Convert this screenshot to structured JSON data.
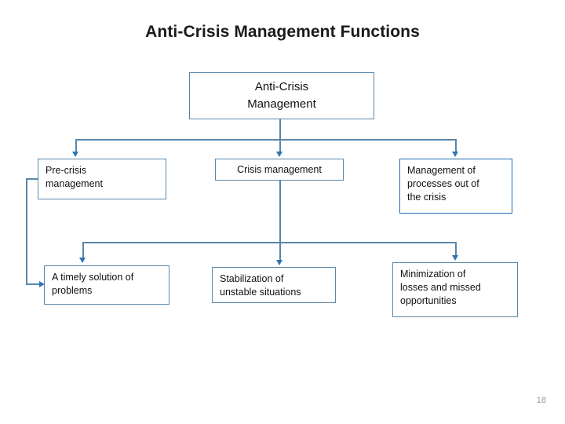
{
  "slide": {
    "title": "Anti-Crisis Management Functions",
    "page_number": "18",
    "accent_color": "#5a87a8",
    "arrow_color": "#2f75b5",
    "strong_border_color": "#1f6fb4",
    "background": "#ffffff"
  },
  "diagram": {
    "root": {
      "label": "Anti-Crisis\nManagement"
    },
    "level1": [
      {
        "id": "pre-crisis",
        "label": "Pre-crisis\nmanagement"
      },
      {
        "id": "crisis",
        "label": "Crisis management"
      },
      {
        "id": "out-of-crisis",
        "label": "Management of\nprocesses out of\nthe crisis"
      }
    ],
    "level2": [
      {
        "id": "timely-solution",
        "label": "A timely solution of\nproblems"
      },
      {
        "id": "stabilization",
        "label": "Stabilization of\nunstable situations"
      },
      {
        "id": "minimization",
        "label": "Minimization of\nlosses and missed\nopportunities"
      }
    ]
  }
}
